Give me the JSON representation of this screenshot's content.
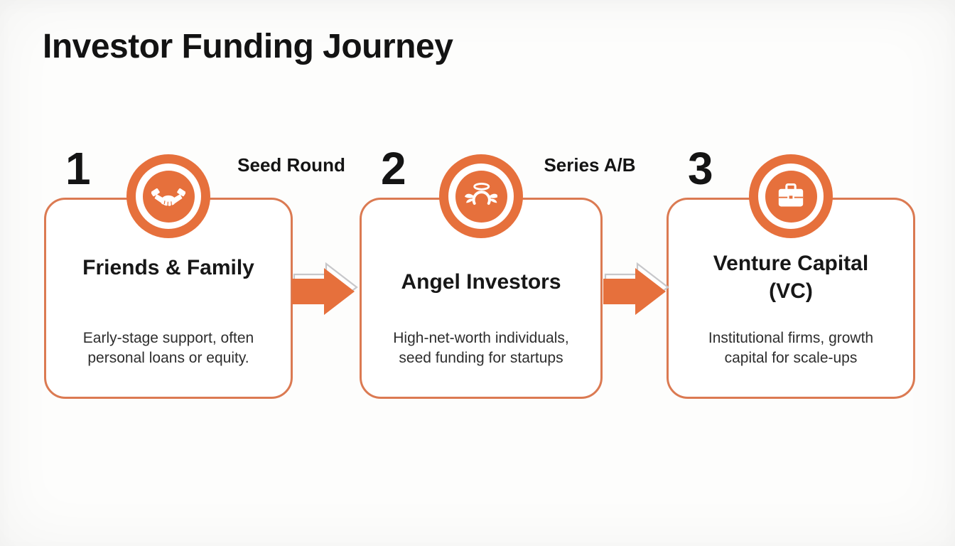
{
  "title": "Investor Funding Journey",
  "colors": {
    "accent": "#E6703C",
    "card_border": "#DB7A52",
    "arrow_outline": "#C7C7CA",
    "heading_text": "#131313",
    "body_text": "#2E2E2E",
    "background": "#FDFDFC"
  },
  "stages": [
    {
      "number": "1",
      "icon": "handshake-icon",
      "name": "Friends & Family",
      "description": "Early-stage support, often personal loans or equity."
    },
    {
      "number": "2",
      "icon": "angel-icon",
      "name": "Angel Investors",
      "description": "High-net-worth individuals, seed funding for startups"
    },
    {
      "number": "3",
      "icon": "briefcase-icon",
      "name": "Venture Capital (VC)",
      "description": "Institutional firms, growth capital for scale-ups"
    }
  ],
  "transitions": [
    {
      "label": "Seed Round",
      "icon": "arrow-right-icon"
    },
    {
      "label": "Series A/B",
      "icon": "arrow-right-icon"
    }
  ]
}
